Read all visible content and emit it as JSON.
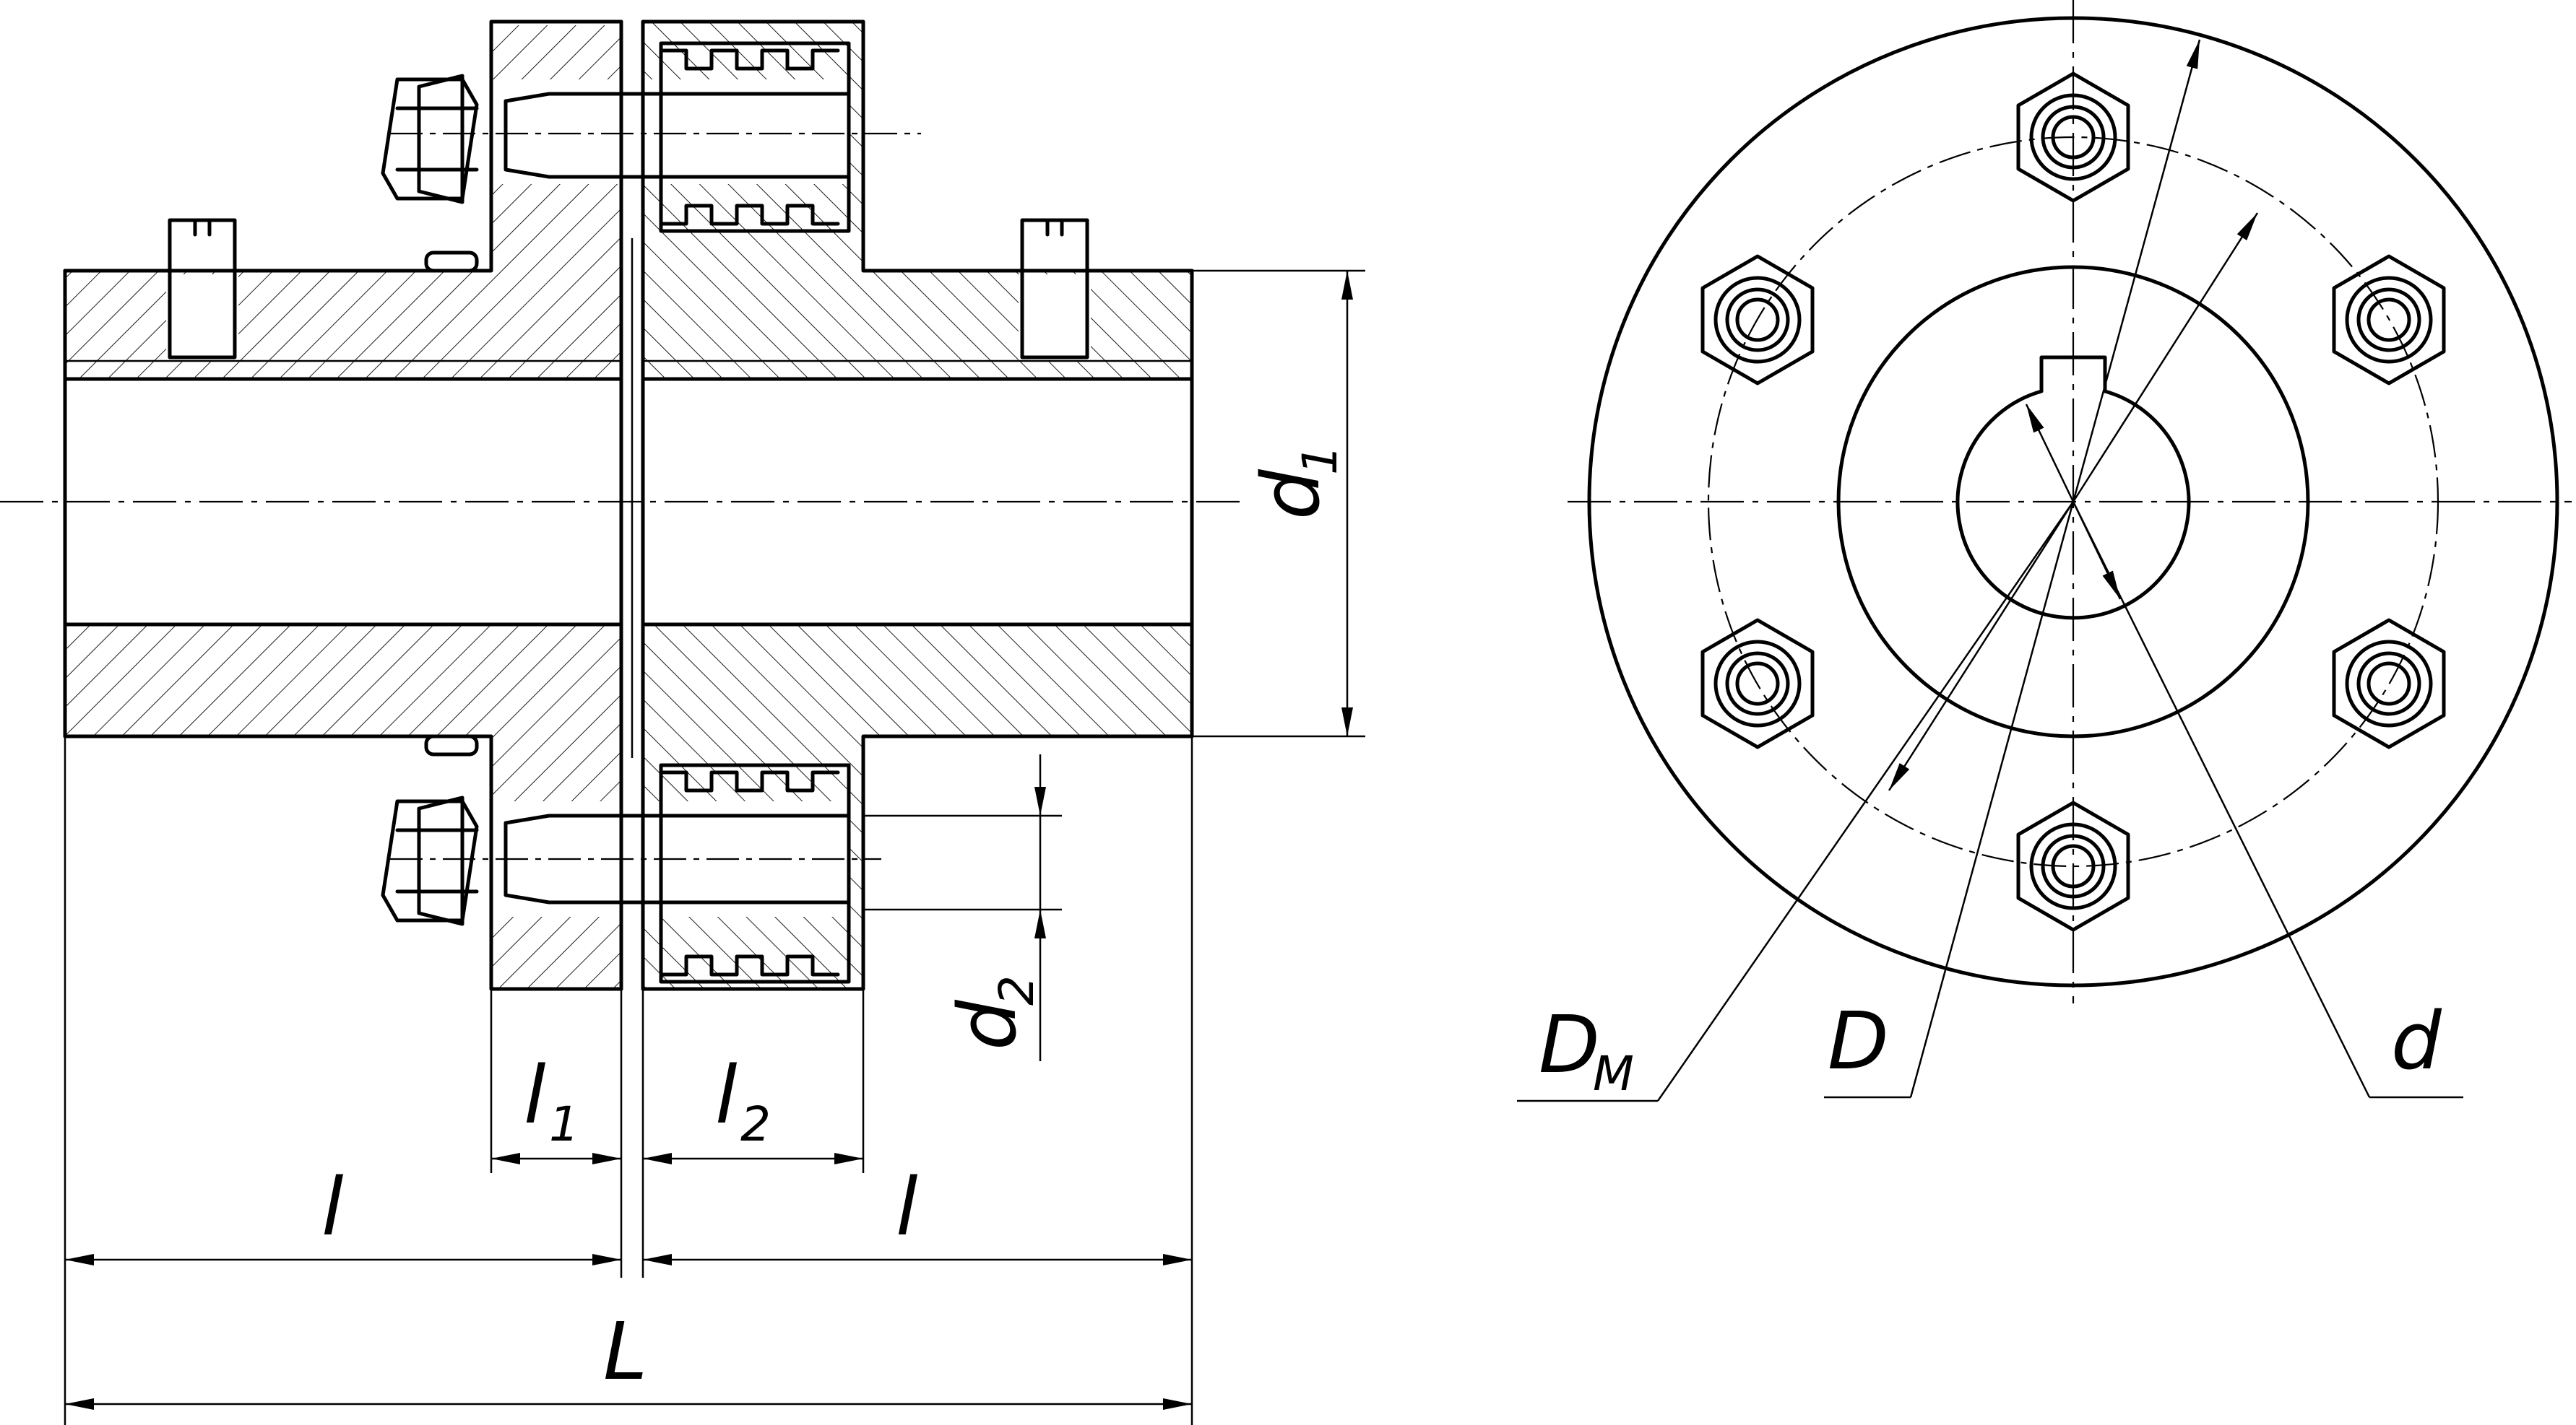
{
  "labels": {
    "d1": {
      "main": "d",
      "sub": "1"
    },
    "d2": {
      "main": "d",
      "sub": "2"
    },
    "l1": {
      "main": "l",
      "sub": "1"
    },
    "l2": {
      "main": "l",
      "sub": "2"
    },
    "l_left": "l",
    "l_right": "l",
    "L": "L",
    "DM": {
      "main": "D",
      "sub": "M"
    },
    "D": "D",
    "d": "d"
  }
}
